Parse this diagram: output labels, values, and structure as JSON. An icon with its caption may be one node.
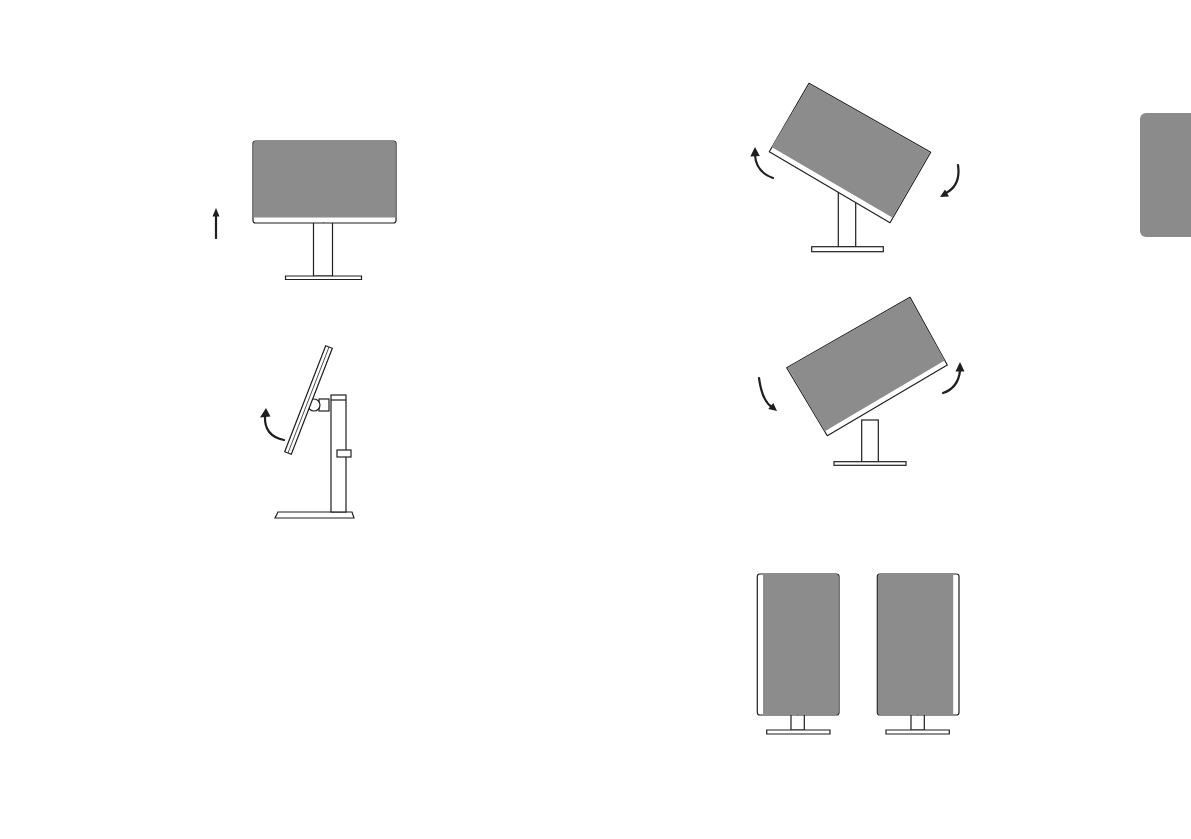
{
  "diagram": {
    "nodes": [
      {
        "text": [],
        "shape": "picture"
      },
      {
        "text": [],
        "shape": "picture"
      },
      {
        "text": [],
        "shape": "picture"
      },
      {
        "text": [],
        "shape": "picture"
      },
      {
        "text": [],
        "shape": "picture"
      },
      {
        "text": [],
        "shape": "picture"
      },
      {
        "text": [],
        "shape": "box"
      }
    ]
  }
}
